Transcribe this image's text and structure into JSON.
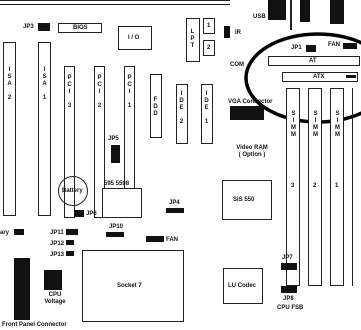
{
  "labels": {
    "jp3": "JP3",
    "bios": "BIOS",
    "io": "I / O",
    "lpt": "L\nP\nT",
    "n1": "1",
    "n2": "2",
    "ir": "IR",
    "usb": "USB",
    "com": "COM",
    "jp1": "JP1",
    "fan_top": "FAN",
    "at": "AT",
    "atx": "ATX",
    "isa1": "I\nS\nA\n\n2",
    "isa2": "I\nS\nA\n\n1",
    "pci3": "P\nC\nI\n\n3",
    "pci2": "P\nC\nI\n\n2",
    "pci1": "P\nC\nI\n\n1",
    "fdd": "F\nD\nD",
    "ide2": "I\nD\nE\n\n2",
    "ide1": "I\nD\nE\n\n1",
    "vga": "VGA Connector",
    "jp5": "JP5",
    "video_ram": "Video RAM\n( Option )",
    "simm1": "S\nI\nM\nM",
    "simm2": "S\nI\nM\nM",
    "simm3": "S\nI\nM\nM",
    "simm1_num": "3",
    "simm2_num": "2",
    "simm3_num": "1",
    "chip595": "595 5598",
    "battery": "Battery",
    "jp6": "JP6",
    "jp4": "JP4",
    "sis": "SiS 550",
    "jp10": "JP10",
    "jp11": "JP11",
    "jp12": "JP12",
    "jp13": "JP13",
    "jp_left": "ary",
    "fan": "FAN",
    "socket": "Socket 7",
    "cpu_voltage": "CPU\nVoltage",
    "jp7": "JP7",
    "lu_codec": "LU Codec",
    "jp8": "JP8",
    "cpu_fsb": "CPU FSB",
    "front_panel": "Front Panel Connector"
  }
}
